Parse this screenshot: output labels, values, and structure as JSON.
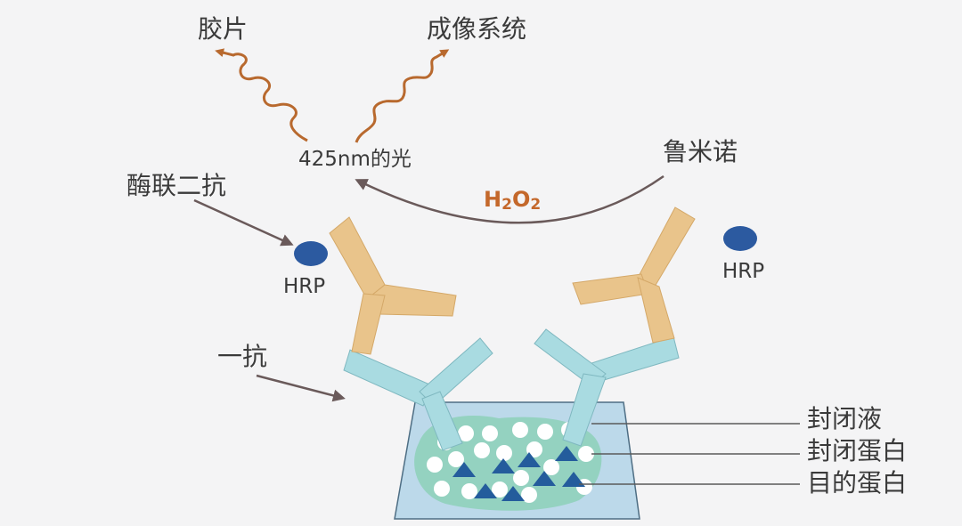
{
  "labels": {
    "film": "胶片",
    "imaging_system": "成像系统",
    "light": "425nm的光",
    "luminol": "鲁米诺",
    "h2o2_main": "H",
    "h2o2_sub1": "2",
    "h2o2_o": "O",
    "h2o2_sub2": "2",
    "secondary_antibody": "酶联二抗",
    "primary_antibody": "一抗",
    "hrp_left": "HRP",
    "hrp_right": "HRP",
    "blocking_solution": "封闭液",
    "blocking_protein": "封闭蛋白",
    "target_protein": "目的蛋白"
  },
  "colors": {
    "background": "#f4f4f5",
    "wave_arrow": "#b8692e",
    "h2o2": "#c4682b",
    "hrp": "#2c5aa0",
    "secondary_antibody": "#e9c48b",
    "primary_antibody": "#a9dbe1",
    "membrane": "#bcd9ea",
    "gel": "#8fd0bb",
    "target_protein": "#245c9c",
    "pointer_arrow": "#6a5a5a",
    "text": "#3a3a3a"
  },
  "icons": [
    "wavy-arrow-icon",
    "curved-arrow-icon",
    "hrp-dot-icon",
    "y-antibody-icon",
    "triangle-protein-icon",
    "circle-protein-icon"
  ]
}
